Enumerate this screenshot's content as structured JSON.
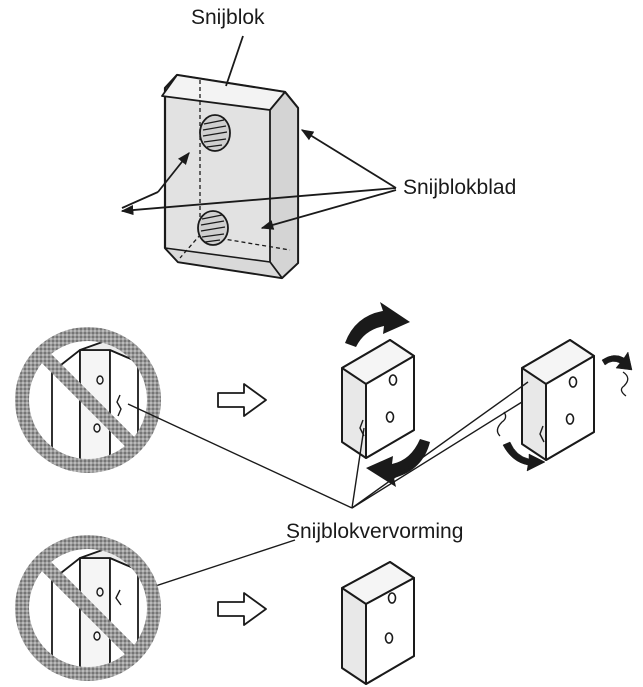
{
  "labels": {
    "block": "Snijblok",
    "blade": "Snijblokblad",
    "deformation": "Snijblokvervorming"
  },
  "icons": [
    "prohibited-icon",
    "arrow-right-outline-icon",
    "rotate-arrow-icon"
  ],
  "colors": {
    "ink": "#1a1a1a",
    "block_fill": "#e2e2e2",
    "block_top": "#f2f2f2",
    "prohibited_ring": "#8a8a8a"
  }
}
